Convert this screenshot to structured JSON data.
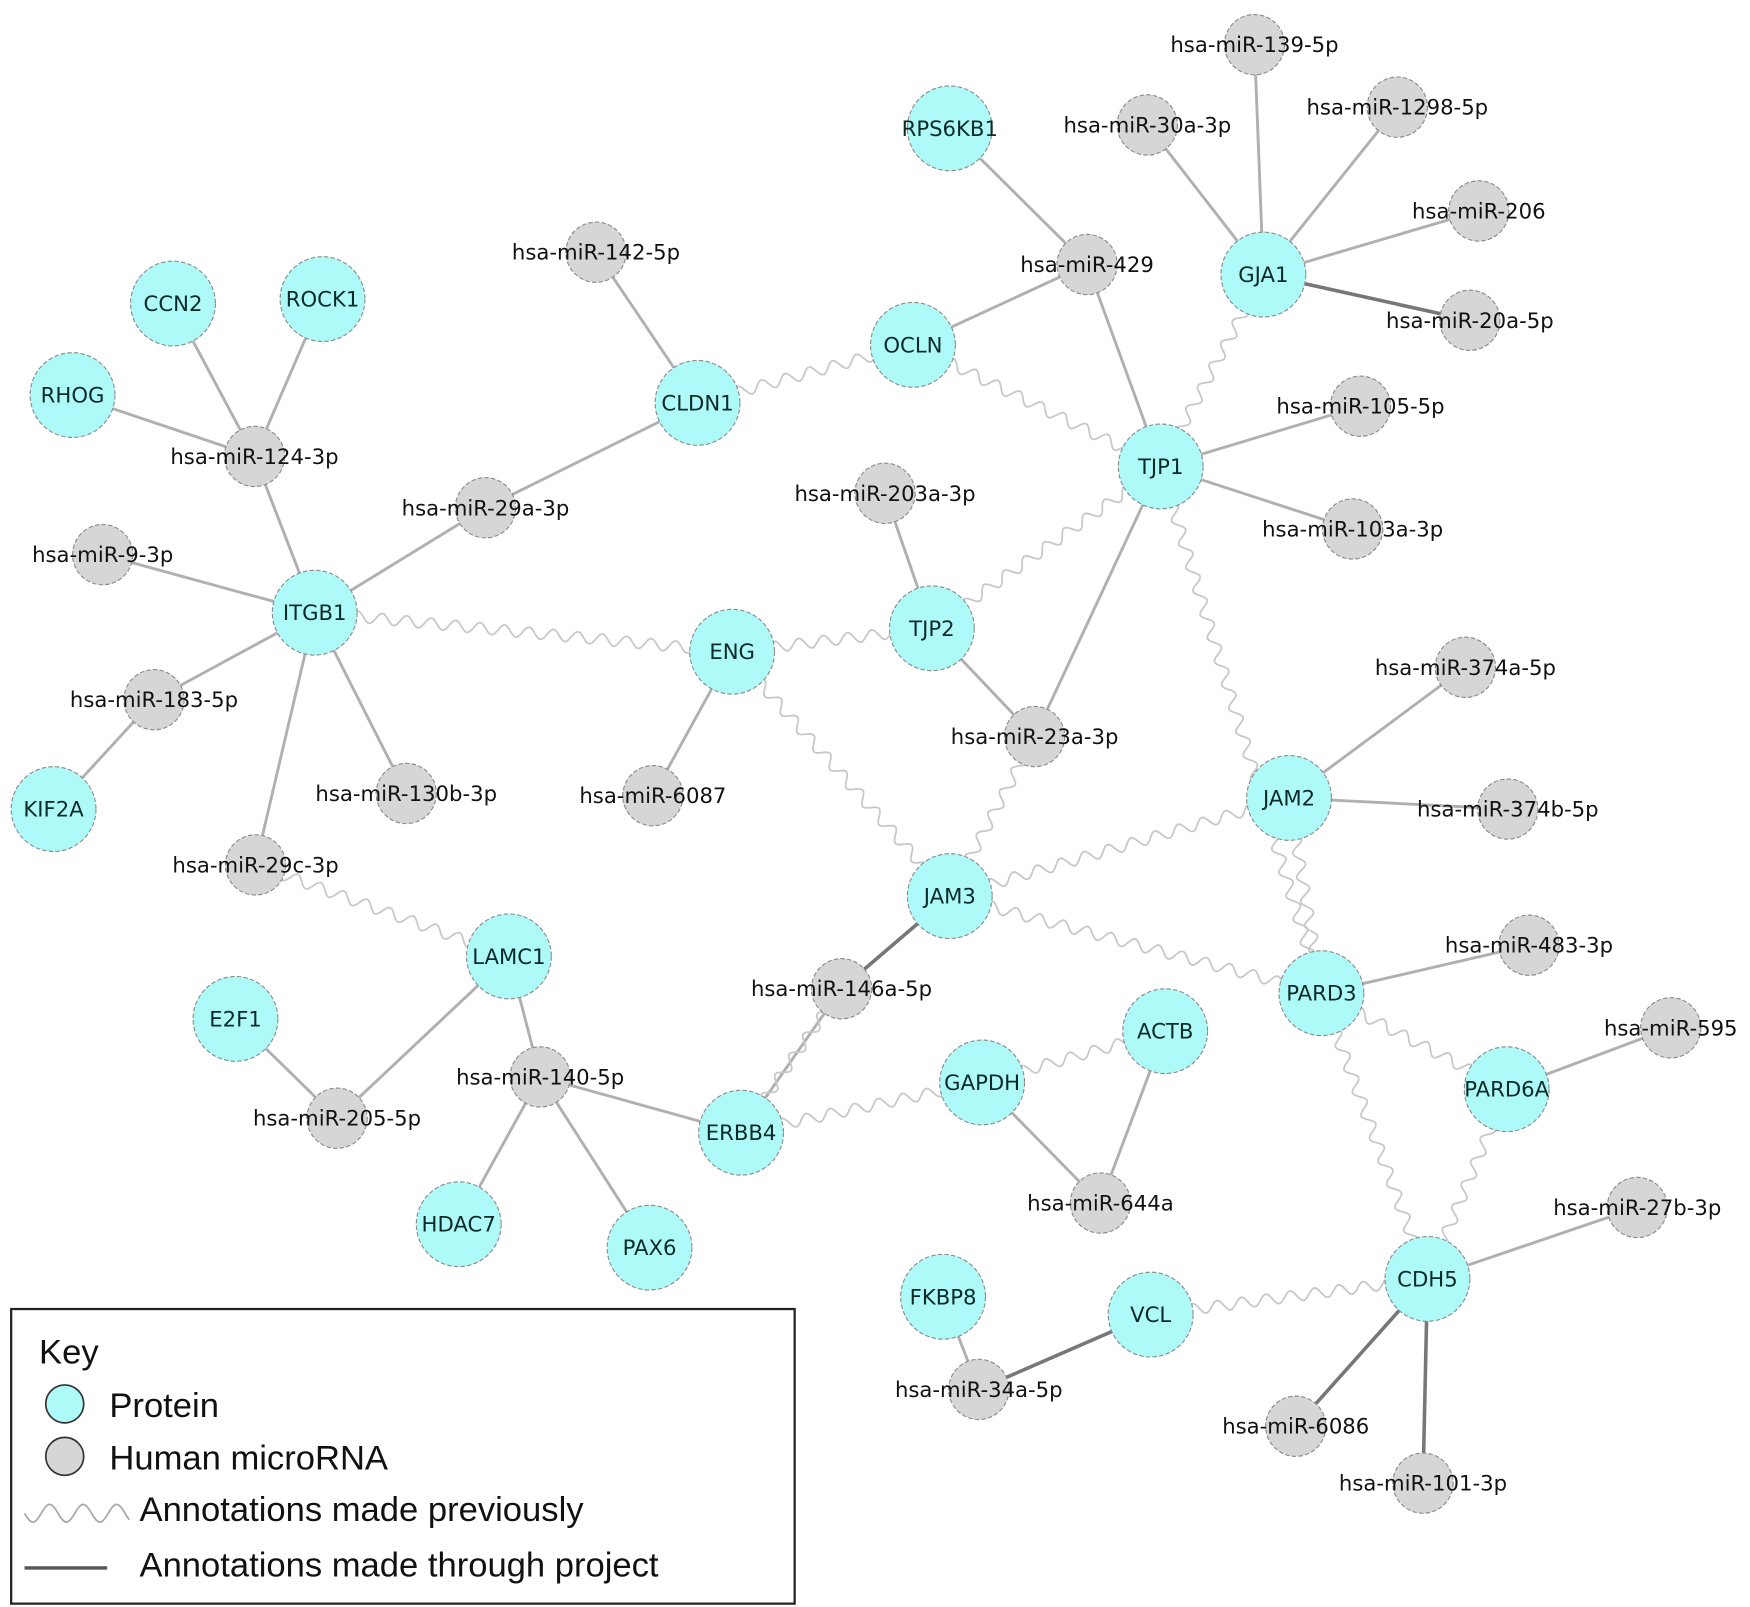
{
  "colors": {
    "protein": "#aefaf8",
    "mirna": "#d6d6d6",
    "node_stroke": "#8a8a8a",
    "edge_project": "#b0b0b0",
    "edge_project_dark": "#777777",
    "edge_previous": "#c8c8c8"
  },
  "nodes": [
    {
      "id": "RPS6KB1",
      "type": "protein"
    },
    {
      "id": "CCN2",
      "type": "protein"
    },
    {
      "id": "ROCK1",
      "type": "protein"
    },
    {
      "id": "RHOG",
      "type": "protein"
    },
    {
      "id": "CLDN1",
      "type": "protein"
    },
    {
      "id": "OCLN",
      "type": "protein"
    },
    {
      "id": "GJA1",
      "type": "protein"
    },
    {
      "id": "TJP1",
      "type": "protein"
    },
    {
      "id": "ITGB1",
      "type": "protein"
    },
    {
      "id": "ENG",
      "type": "protein"
    },
    {
      "id": "TJP2",
      "type": "protein"
    },
    {
      "id": "KIF2A",
      "type": "protein"
    },
    {
      "id": "JAM2",
      "type": "protein"
    },
    {
      "id": "JAM3",
      "type": "protein"
    },
    {
      "id": "LAMC1",
      "type": "protein"
    },
    {
      "id": "PARD3",
      "type": "protein"
    },
    {
      "id": "E2F1",
      "type": "protein"
    },
    {
      "id": "ACTB",
      "type": "protein"
    },
    {
      "id": "GAPDH",
      "type": "protein"
    },
    {
      "id": "PARD6A",
      "type": "protein"
    },
    {
      "id": "ERBB4",
      "type": "protein"
    },
    {
      "id": "HDAC7",
      "type": "protein"
    },
    {
      "id": "PAX6",
      "type": "protein"
    },
    {
      "id": "CDH5",
      "type": "protein"
    },
    {
      "id": "FKBP8",
      "type": "protein"
    },
    {
      "id": "VCL",
      "type": "protein"
    },
    {
      "id": "hsa-miR-139-5p",
      "type": "mirna"
    },
    {
      "id": "hsa-miR-30a-3p",
      "type": "mirna"
    },
    {
      "id": "hsa-miR-1298-5p",
      "type": "mirna"
    },
    {
      "id": "hsa-miR-206",
      "type": "mirna"
    },
    {
      "id": "hsa-miR-429",
      "type": "mirna"
    },
    {
      "id": "hsa-miR-20a-5p",
      "type": "mirna"
    },
    {
      "id": "hsa-miR-142-5p",
      "type": "mirna"
    },
    {
      "id": "hsa-miR-124-3p",
      "type": "mirna"
    },
    {
      "id": "hsa-miR-105-5p",
      "type": "mirna"
    },
    {
      "id": "hsa-miR-103a-3p",
      "type": "mirna"
    },
    {
      "id": "hsa-miR-29a-3p",
      "type": "mirna"
    },
    {
      "id": "hsa-miR-203a-3p",
      "type": "mirna"
    },
    {
      "id": "hsa-miR-9-3p",
      "type": "mirna"
    },
    {
      "id": "hsa-miR-183-5p",
      "type": "mirna"
    },
    {
      "id": "hsa-miR-23a-3p",
      "type": "mirna"
    },
    {
      "id": "hsa-miR-130b-3p",
      "type": "mirna"
    },
    {
      "id": "hsa-miR-6087",
      "type": "mirna"
    },
    {
      "id": "hsa-miR-374a-5p",
      "type": "mirna"
    },
    {
      "id": "hsa-miR-374b-5p",
      "type": "mirna"
    },
    {
      "id": "hsa-miR-29c-3p",
      "type": "mirna"
    },
    {
      "id": "hsa-miR-146a-5p",
      "type": "mirna"
    },
    {
      "id": "hsa-miR-483-3p",
      "type": "mirna"
    },
    {
      "id": "hsa-miR-595",
      "type": "mirna"
    },
    {
      "id": "hsa-miR-140-5p",
      "type": "mirna"
    },
    {
      "id": "hsa-miR-205-5p",
      "type": "mirna"
    },
    {
      "id": "hsa-miR-644a",
      "type": "mirna"
    },
    {
      "id": "hsa-miR-27b-3p",
      "type": "mirna"
    },
    {
      "id": "hsa-miR-34a-5p",
      "type": "mirna"
    },
    {
      "id": "hsa-miR-6086",
      "type": "mirna"
    },
    {
      "id": "hsa-miR-101-3p",
      "type": "mirna"
    }
  ],
  "edges": [
    [
      "RPS6KB1",
      "hsa-miR-429",
      "project"
    ],
    [
      "hsa-miR-30a-3p",
      "GJA1",
      "project"
    ],
    [
      "hsa-miR-139-5p",
      "GJA1",
      "project"
    ],
    [
      "hsa-miR-1298-5p",
      "GJA1",
      "project"
    ],
    [
      "hsa-miR-206",
      "GJA1",
      "project"
    ],
    [
      "hsa-miR-20a-5p",
      "GJA1",
      "project_dark"
    ],
    [
      "hsa-miR-429",
      "OCLN",
      "project"
    ],
    [
      "hsa-miR-429",
      "TJP1",
      "project"
    ],
    [
      "TJP1",
      "hsa-miR-105-5p",
      "project"
    ],
    [
      "TJP1",
      "hsa-miR-103a-3p",
      "project"
    ],
    [
      "TJP1",
      "hsa-miR-23a-3p",
      "project"
    ],
    [
      "TJP2",
      "hsa-miR-203a-3p",
      "project"
    ],
    [
      "TJP2",
      "hsa-miR-23a-3p",
      "project"
    ],
    [
      "hsa-miR-142-5p",
      "CLDN1",
      "project"
    ],
    [
      "CLDN1",
      "hsa-miR-29a-3p",
      "project"
    ],
    [
      "hsa-miR-29a-3p",
      "ITGB1",
      "project"
    ],
    [
      "CCN2",
      "hsa-miR-124-3p",
      "project"
    ],
    [
      "ROCK1",
      "hsa-miR-124-3p",
      "project"
    ],
    [
      "RHOG",
      "hsa-miR-124-3p",
      "project"
    ],
    [
      "hsa-miR-124-3p",
      "ITGB1",
      "project"
    ],
    [
      "hsa-miR-9-3p",
      "ITGB1",
      "project"
    ],
    [
      "ITGB1",
      "hsa-miR-183-5p",
      "project"
    ],
    [
      "hsa-miR-183-5p",
      "KIF2A",
      "project"
    ],
    [
      "ITGB1",
      "hsa-miR-130b-3p",
      "project"
    ],
    [
      "ITGB1",
      "hsa-miR-29c-3p",
      "project"
    ],
    [
      "ENG",
      "hsa-miR-6087",
      "project"
    ],
    [
      "JAM2",
      "hsa-miR-374a-5p",
      "project"
    ],
    [
      "JAM2",
      "hsa-miR-374b-5p",
      "project"
    ],
    [
      "JAM3",
      "hsa-miR-146a-5p",
      "project_dark"
    ],
    [
      "hsa-miR-146a-5p",
      "ERBB4",
      "project"
    ],
    [
      "LAMC1",
      "hsa-miR-140-5p",
      "project"
    ],
    [
      "LAMC1",
      "hsa-miR-205-5p",
      "project"
    ],
    [
      "E2F1",
      "hsa-miR-205-5p",
      "project"
    ],
    [
      "hsa-miR-140-5p",
      "HDAC7",
      "project"
    ],
    [
      "hsa-miR-140-5p",
      "PAX6",
      "project"
    ],
    [
      "hsa-miR-140-5p",
      "ERBB4",
      "project"
    ],
    [
      "PARD3",
      "hsa-miR-483-3p",
      "project"
    ],
    [
      "PARD6A",
      "hsa-miR-595",
      "project"
    ],
    [
      "GAPDH",
      "hsa-miR-644a",
      "project"
    ],
    [
      "ACTB",
      "hsa-miR-644a",
      "project"
    ],
    [
      "CDH5",
      "hsa-miR-27b-3p",
      "project"
    ],
    [
      "CDH5",
      "hsa-miR-6086",
      "project_dark"
    ],
    [
      "CDH5",
      "hsa-miR-101-3p",
      "project_dark"
    ],
    [
      "FKBP8",
      "hsa-miR-34a-5p",
      "project"
    ],
    [
      "hsa-miR-34a-5p",
      "VCL",
      "project_dark"
    ],
    [
      "CLDN1",
      "OCLN",
      "previous"
    ],
    [
      "OCLN",
      "TJP1",
      "previous"
    ],
    [
      "GJA1",
      "TJP1",
      "previous"
    ],
    [
      "ITGB1",
      "ENG",
      "previous"
    ],
    [
      "ENG",
      "TJP2",
      "previous"
    ],
    [
      "TJP2",
      "TJP1",
      "previous"
    ],
    [
      "ENG",
      "JAM3",
      "previous"
    ],
    [
      "TJP1",
      "PARD3",
      "previous"
    ],
    [
      "JAM3",
      "hsa-miR-23a-3p",
      "previous"
    ],
    [
      "JAM3",
      "JAM2",
      "previous"
    ],
    [
      "JAM3",
      "PARD3",
      "previous"
    ],
    [
      "JAM2",
      "PARD3",
      "previous"
    ],
    [
      "hsa-miR-29c-3p",
      "LAMC1",
      "previous"
    ],
    [
      "ERBB4",
      "hsa-miR-146a-5p",
      "previous"
    ],
    [
      "ERBB4",
      "GAPDH",
      "previous"
    ],
    [
      "GAPDH",
      "ACTB",
      "previous"
    ],
    [
      "PARD3",
      "CDH5",
      "previous"
    ],
    [
      "PARD3",
      "PARD6A",
      "previous"
    ],
    [
      "PARD6A",
      "CDH5",
      "previous"
    ],
    [
      "VCL",
      "CDH5",
      "previous"
    ]
  ],
  "legend": {
    "title": "Key",
    "protein": "Protein",
    "mirna": "Human microRNA",
    "previous": "Annotations made previously",
    "project": "Annotations made through project"
  }
}
